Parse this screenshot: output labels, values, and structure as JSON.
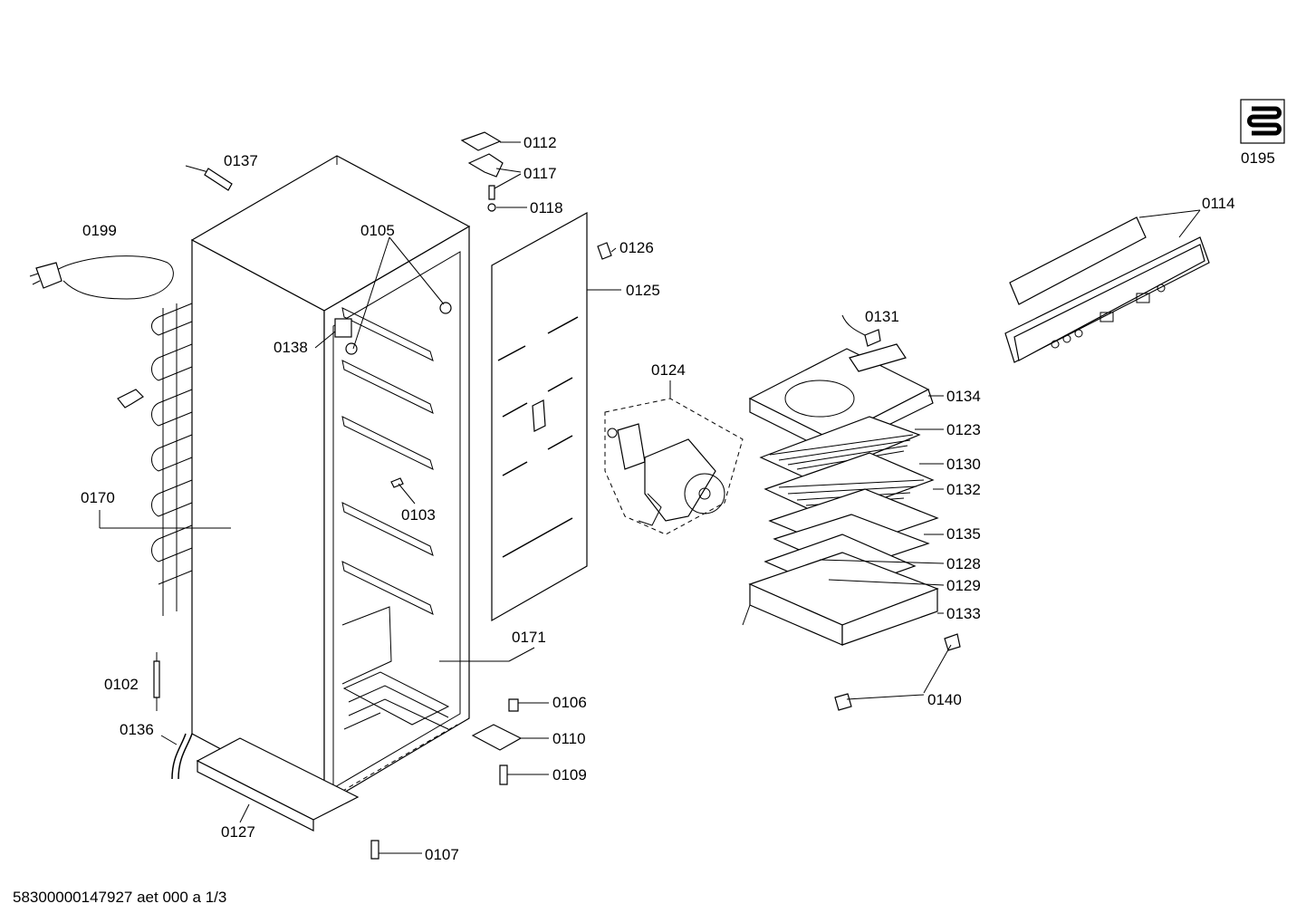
{
  "labels": {
    "p0112": "0112",
    "p0117": "0117",
    "p0118": "0118",
    "p0137": "0137",
    "p0199": "0199",
    "p0105": "0105",
    "p0126": "0126",
    "p0125": "0125",
    "p0138": "0138",
    "p0131": "0131",
    "p0124": "0124",
    "p0134": "0134",
    "p0123": "0123",
    "p0130": "0130",
    "p0132": "0132",
    "p0170": "0170",
    "p0103": "0103",
    "p0135": "0135",
    "p0128": "0128",
    "p0129": "0129",
    "p0133": "0133",
    "p0171": "0171",
    "p0102": "0102",
    "p0106": "0106",
    "p0140": "0140",
    "p0136": "0136",
    "p0110": "0110",
    "p0109": "0109",
    "p0127": "0127",
    "p0107": "0107",
    "p0114": "0114",
    "p0195": "0195"
  },
  "footer": {
    "document_id": "58300000147927 aet 000 a 1/3"
  }
}
